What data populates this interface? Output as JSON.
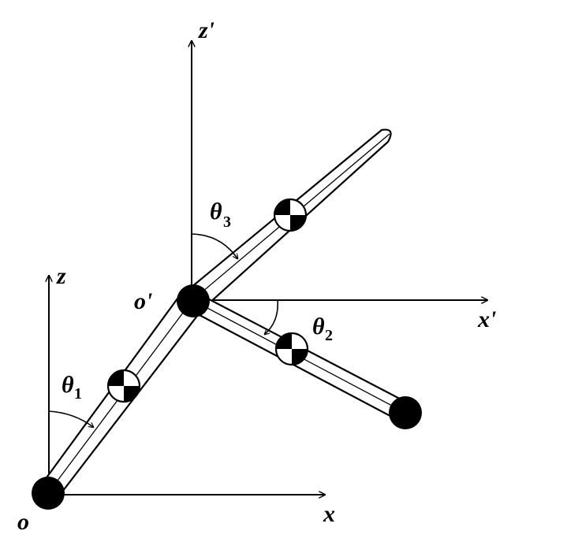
{
  "labels": {
    "z_prime": "z'",
    "x_prime": "x'",
    "z": "z",
    "x": "x",
    "o": "o",
    "o_prime": "o'",
    "theta": "θ",
    "theta1_sub": "1",
    "theta2_sub": "2",
    "theta3_sub": "3"
  },
  "colors": {
    "ink": "#000000",
    "paper": "#ffffff"
  }
}
